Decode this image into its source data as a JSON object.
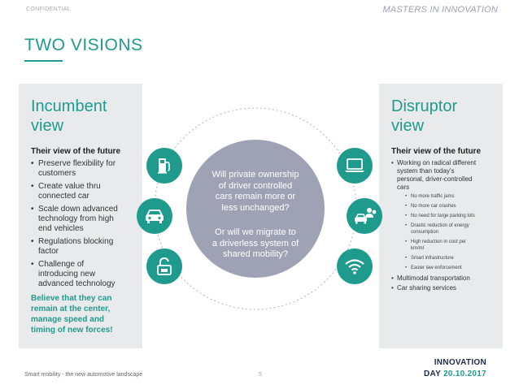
{
  "header": {
    "confidential": "CONFIDENTIAL",
    "brand": "MASTERS IN INNOVATION",
    "title": "TWO VISIONS"
  },
  "incumbent": {
    "title_line1": "Incumbent",
    "title_line2": "view",
    "subheading": "Their view of the future",
    "bullets": [
      [
        "Preserve flexibility for",
        "customers"
      ],
      [
        "Create value thru",
        "connected car"
      ],
      [
        "Scale down advanced",
        "technology from high",
        "end vehicles"
      ],
      [
        "Regulations blocking",
        "factor"
      ],
      [
        "Challenge of",
        "introducing new",
        "advanced technology"
      ]
    ],
    "conclusion": [
      "Believe that they can",
      "remain at the center,",
      "manage speed and",
      "timing of new forces!"
    ]
  },
  "disruptor": {
    "title_line1": "Disruptor",
    "title_line2": "view",
    "subheading": "Their view of the future",
    "bullet1": [
      "Working on radical different",
      "system than today's",
      "personal, driver-controlled",
      "cars"
    ],
    "subbullets": [
      [
        "No more traffic jams"
      ],
      [
        "No more car crashes"
      ],
      [
        "No need for large parking lots"
      ],
      [
        "Drastic reduction of energy",
        "consumption"
      ],
      [
        "High reduction in cost per",
        "km/ml"
      ],
      [
        "Smart infrastructure"
      ],
      [
        "Easier law enforcement"
      ]
    ],
    "bullet2": "Multimodal transportation",
    "bullet3": "Car sharing services"
  },
  "center": {
    "question1": [
      "Will private ownership",
      "of driver controlled",
      "cars remain more or",
      "less unchanged?"
    ],
    "question2": [
      "Or will we migrate to",
      "a driverless system of",
      "shared mobility?"
    ]
  },
  "icons": {
    "left": [
      "fuel-pump-icon",
      "car-icon",
      "unlock-icon"
    ],
    "right": [
      "laptop-icon",
      "car-sharing-icon",
      "wifi-icon"
    ],
    "color": "#1f9b8d"
  },
  "footer": {
    "left": "Smart mobility - the new automotive landscape",
    "page": "5",
    "logo_line1": "INNOVATION",
    "logo_line2_a": "DAY ",
    "logo_line2_b": "20.10.2017"
  },
  "colors": {
    "accent": "#1f9b8d",
    "circle": "#9fa2b4",
    "panel": "#e9eaec"
  }
}
